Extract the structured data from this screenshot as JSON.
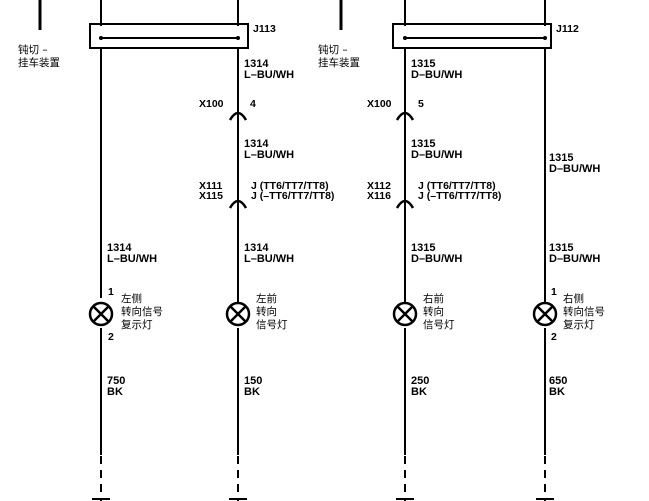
{
  "switch_left_label": [
    "钝切 –",
    "挂车装置"
  ],
  "switch_right_label": [
    "钝切 –",
    "挂车装置"
  ],
  "connectors": {
    "left_block": "J113",
    "right_block": "J112",
    "x100": "X100",
    "x100_pin_a": "4",
    "x100_pin_b": "5",
    "x111": "X111",
    "x115": "X115",
    "x112": "X112",
    "x116": "X116",
    "j_opt_a": "J (TT6/TT7/TT8)",
    "j_opt_b": "J (–TT6/TT7/TT8)"
  },
  "wires": {
    "w1314": "1314",
    "lbuwh": "L–BU/WH",
    "w1315": "1315",
    "dbuwh": "D–BU/WH",
    "w750": "750",
    "w150": "150",
    "w250": "250",
    "w650": "650",
    "bk": "BK"
  },
  "lamps": {
    "left_indicator": [
      "左侧",
      "转向信号",
      "复示灯"
    ],
    "left_front": [
      "左前",
      "转向",
      "信号灯"
    ],
    "right_front": [
      "右前",
      "转向",
      "信号灯"
    ],
    "right_indicator": [
      "右侧",
      "转向信号",
      "复示灯"
    ],
    "pin1": "1",
    "pin2": "2"
  },
  "colors": {
    "line": "#000000",
    "background": "#ffffff"
  }
}
